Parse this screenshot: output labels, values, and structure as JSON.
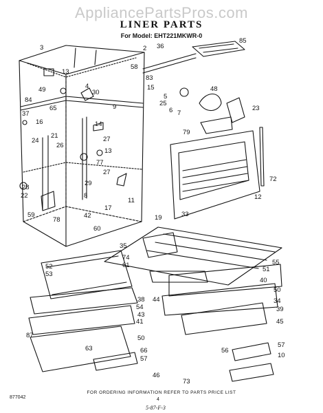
{
  "watermark": "AppliancePartsPros.com",
  "title": "LINER PARTS",
  "model_line": "For Model: EHT221MKWR-0",
  "footer_note": "FOR ORDERING INFORMATION REFER TO PARTS PRICE LIST",
  "document_number": "877042",
  "page_number": "4",
  "revision_mark": "5-87-F-3",
  "callouts": [
    "3",
    "2",
    "36",
    "85",
    "58",
    "13",
    "4",
    "83",
    "15",
    "48",
    "49",
    "30",
    "84",
    "5",
    "9",
    "25",
    "65",
    "6",
    "37",
    "7",
    "23",
    "16",
    "79",
    "14",
    "21",
    "24",
    "27",
    "26",
    "13",
    "72",
    "77",
    "27",
    "12",
    "28",
    "22",
    "29",
    "11",
    "8",
    "19",
    "33",
    "59",
    "78",
    "42",
    "17",
    "60",
    "35",
    "74",
    "55",
    "61",
    "52",
    "53",
    "51",
    "40",
    "50",
    "34",
    "38",
    "54",
    "39",
    "44",
    "43",
    "45",
    "41",
    "87",
    "66",
    "57",
    "50",
    "63",
    "56",
    "57",
    "10",
    "46",
    "73"
  ]
}
